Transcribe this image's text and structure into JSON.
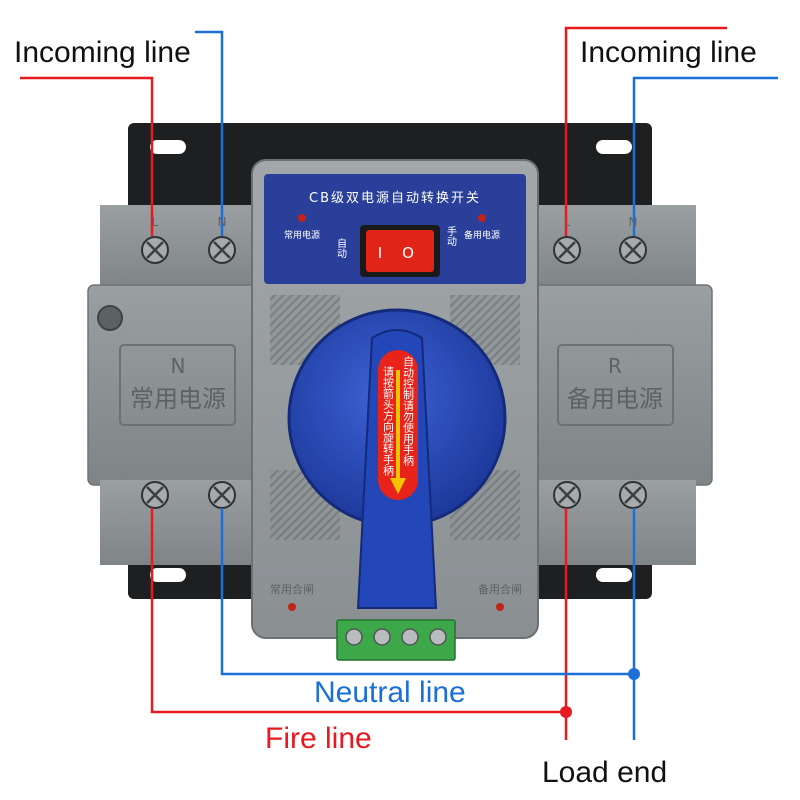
{
  "labels": {
    "incoming_left": "Incoming line",
    "incoming_right": "Incoming line",
    "neutral": "Neutral line",
    "fire": "Fire line",
    "load": "Load end"
  },
  "device": {
    "title": "CB级双电源自动转换开关",
    "common_power_small": "常用电源",
    "backup_power_small": "备用电源",
    "auto_left": "自动",
    "manual_right": "手动",
    "switch_off": "O",
    "switch_on": "I",
    "left_panel_letter": "N",
    "left_panel_text": "常用电源",
    "right_panel_letter": "R",
    "right_panel_text": "备用电源",
    "handle_col1": "请按箭头方向旋转手柄",
    "handle_col2": "自动控制请勿使用手柄",
    "common_closed": "常用合闸",
    "backup_closed": "备用合闸",
    "terminal_top_left_a": "L",
    "terminal_top_left_b": "N",
    "terminal_top_right_a": "L",
    "terminal_top_right_b": "N"
  },
  "colors": {
    "fire_line": "#e8191f",
    "neutral_line": "#1b6fd8",
    "body_gray": "#8c9194",
    "handle_blue": "#2346b8",
    "nameplate_blue": "#2a3f9a",
    "switch_red": "#e02418"
  }
}
